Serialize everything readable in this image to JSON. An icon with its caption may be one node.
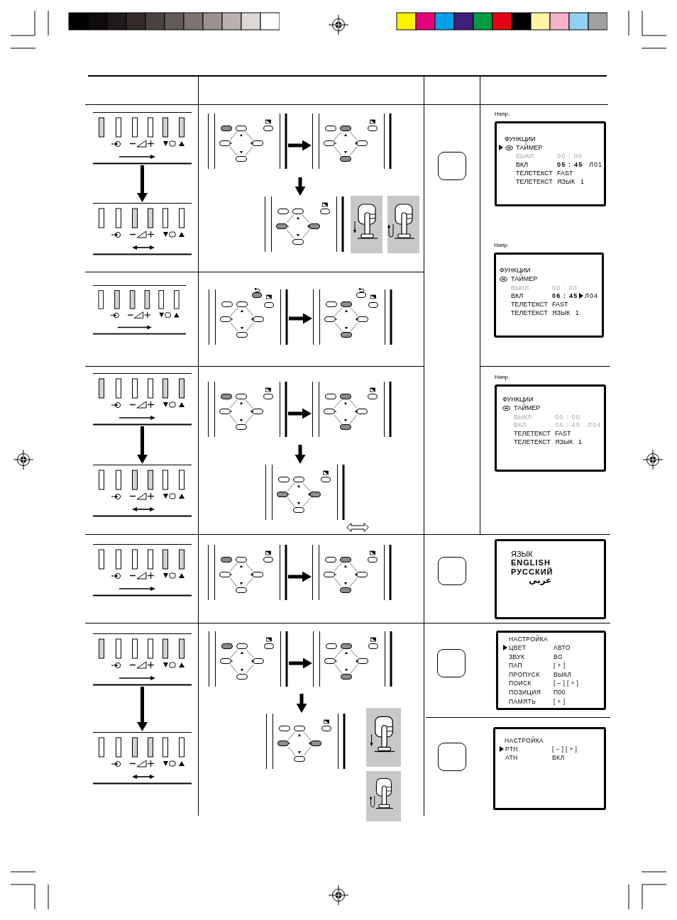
{
  "diagram": {
    "nodes": [
      {
        "text": [],
        "shape": "picture"
      },
      {
        "text": [],
        "shape": "picture"
      },
      {
        "text": [],
        "shape": "picture"
      },
      {
        "text": [],
        "shape": "picture"
      },
      {
        "text": [],
        "shape": "picture"
      },
      {
        "text": [],
        "shape": "box"
      },
      {
        "text": [
          "Напр.",
          "ФУНКЦИИ",
          "ТАЙМЕР",
          "ВЫКЛ",
          "00 : 00",
          "ВКЛ",
          "05 : 45",
          "Л01",
          "ТЕЛЕТЕКСТ",
          "FAST",
          "ТЕЛЕТЕКСТ",
          "ЯЗЫК",
          "1"
        ]
      },
      {
        "text": [
          "Напр.",
          "ФУНКЦИИ",
          "ТАЙМЕР",
          "ВЫКЛ",
          "00 : 00",
          "ВКЛ",
          "06 : 45",
          "Л04",
          "ТЕЛЕТЕКСТ",
          "FAST",
          "ТЕЛЕТЕКСТ",
          "ЯЗЫК",
          "1"
        ]
      },
      {
        "text": [],
        "shape": "picture"
      },
      {
        "text": [],
        "shape": "picture"
      },
      {
        "text": [],
        "shape": "picture"
      },
      {
        "text": [],
        "shape": "picture"
      },
      {
        "text": [],
        "shape": "picture"
      },
      {
        "text": [],
        "shape": "picture"
      },
      {
        "text": [],
        "shape": "picture"
      },
      {
        "text": [],
        "shape": "picture"
      },
      {
        "text": [
          "Напр.",
          "ФУНКЦИИ",
          "ТАЙМЕР",
          "ВЫКЛ",
          "00 : 00",
          "ВКЛ",
          "06 : 45",
          "Л04",
          "ТЕЛЕТЕКСТ",
          "FAST",
          "ТЕЛЕТЕКСТ",
          "ЯЗЫК",
          "1"
        ]
      },
      {
        "text": [],
        "shape": "picture"
      },
      {
        "text": [],
        "shape": "picture"
      },
      {
        "text": [],
        "shape": "picture"
      },
      {
        "text": [],
        "shape": "box"
      },
      {
        "text": [
          "ЯЗЫК",
          "ENGLISH",
          "РУССКИЙ",
          "عربي"
        ]
      },
      {
        "text": [],
        "shape": "picture"
      },
      {
        "text": [],
        "shape": "picture"
      },
      {
        "text": [],
        "shape": "picture"
      },
      {
        "text": [],
        "shape": "picture"
      },
      {
        "text": [],
        "shape": "picture"
      },
      {
        "text": [],
        "shape": "box"
      },
      {
        "text": [
          "НАСТРОЙКА",
          "ЦВЕТ",
          "АВТО",
          "ЗВУК",
          "BG",
          "ПАП",
          "[ + ]",
          "ПРОПУСК",
          "ВЫКЛ",
          "ПОИСК",
          "[ – ] [ + ]",
          "ПОЗИЦИЯ",
          "П00",
          "ПАМЯТЬ",
          "[ + ]"
        ]
      },
      {
        "text": [],
        "shape": "box"
      },
      {
        "text": [
          "НАСТРОЙКА",
          "РТН",
          "[ – ] [ + ]",
          "АТН",
          "ВКЛ"
        ]
      }
    ],
    "edges": [
      {
        "from": 0,
        "to": 1,
        "arrow": "to"
      },
      {
        "from": 2,
        "to": 3,
        "arrow": "to"
      },
      {
        "from": null,
        "to": 4,
        "arrow": "to"
      },
      {
        "from": 9,
        "to": 10,
        "arrow": "to"
      },
      {
        "from": 11,
        "to": 12,
        "arrow": "to"
      },
      {
        "from": 13,
        "to": 14,
        "arrow": "to"
      },
      {
        "from": null,
        "to": 15,
        "arrow": "to"
      },
      {
        "from": 18,
        "to": 19,
        "arrow": "to"
      },
      {
        "from": 22,
        "to": 23,
        "arrow": "to"
      },
      {
        "from": 24,
        "to": 25,
        "arrow": "to"
      },
      {
        "from": null,
        "to": 26,
        "arrow": "to"
      }
    ]
  }
}
